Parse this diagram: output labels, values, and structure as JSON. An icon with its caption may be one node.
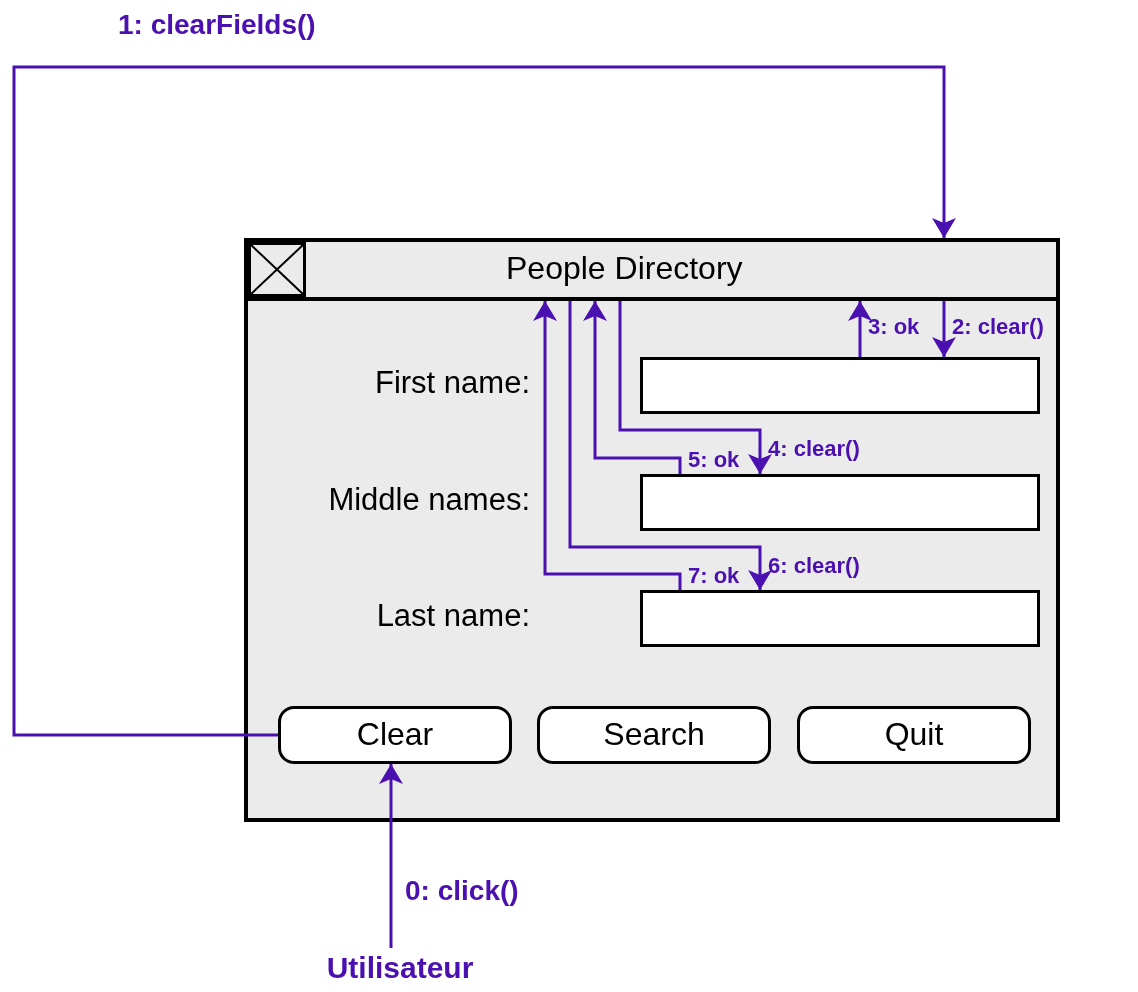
{
  "diagram": {
    "nodes": [
      {
        "text": [],
        "shape": "box"
      },
      {
        "text": [
          "People Directory"
        ],
        "in": 0
      },
      {
        "text": [],
        "shape": "box",
        "beside": [
          "First name:"
        ],
        "in": 0
      },
      {
        "text": [],
        "shape": "box",
        "beside": [
          "Middle names:"
        ],
        "in": 0
      },
      {
        "text": [],
        "shape": "box",
        "beside": [
          "Last name:"
        ],
        "in": 0
      },
      {
        "text": [
          "Clear"
        ],
        "in": 0
      },
      {
        "text": [
          "Search"
        ],
        "in": 0
      },
      {
        "text": [
          "Quit"
        ],
        "in": 0
      },
      {
        "text": [
          "Utilisateur"
        ]
      }
    ],
    "edges": [
      {
        "from": 8,
        "to": 5,
        "arrow": "to",
        "label": "0: click()"
      },
      {
        "from": 5,
        "to": 1,
        "arrow": "to",
        "label": "1: clearFields()"
      },
      {
        "from": 1,
        "to": 2,
        "arrow": "to",
        "label": "2: clear()"
      },
      {
        "from": 2,
        "to": 1,
        "arrow": "to",
        "label": "3: ok"
      },
      {
        "from": 1,
        "to": 3,
        "arrow": "to",
        "label": "4: clear()"
      },
      {
        "from": 3,
        "to": 1,
        "arrow": "to",
        "label": "5: ok"
      },
      {
        "from": 1,
        "to": 4,
        "arrow": "to",
        "label": "6: clear()"
      },
      {
        "from": 4,
        "to": 1,
        "arrow": "to",
        "label": "7: ok"
      }
    ]
  }
}
